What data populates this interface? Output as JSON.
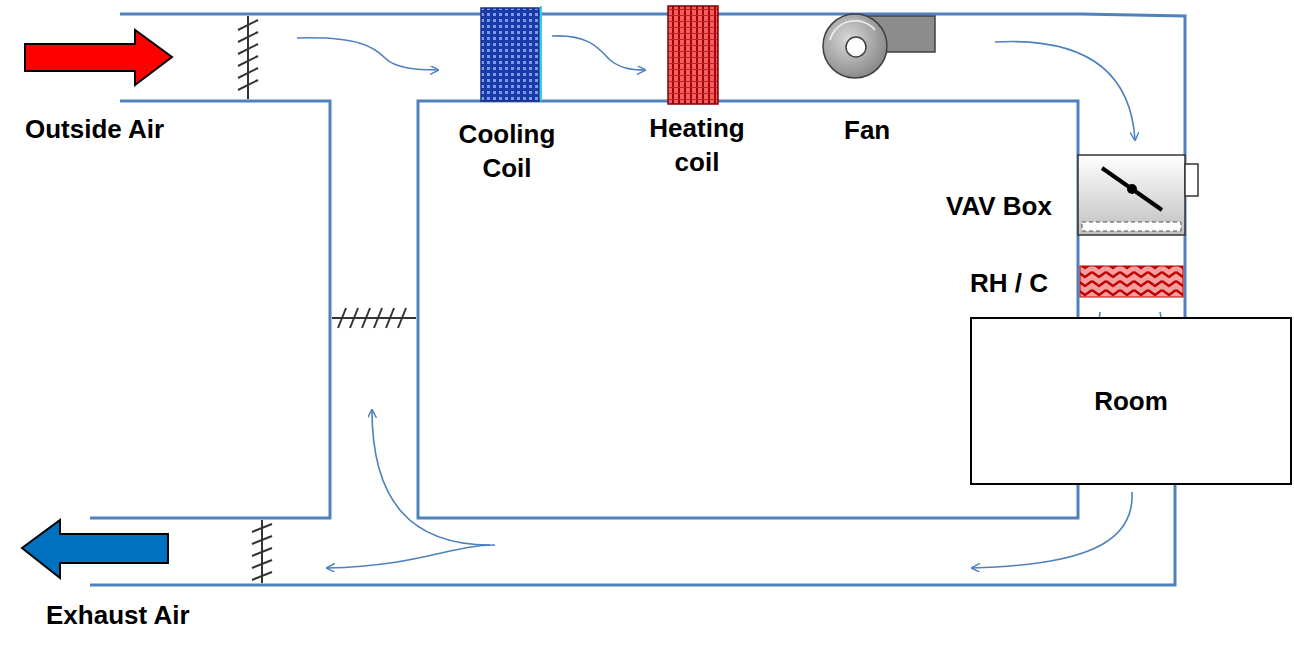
{
  "diagram": {
    "nodes": [
      {
        "text": [
          "Room"
        ]
      }
    ],
    "labels": [
      "Outside Air",
      "Cooling Coil",
      "Heating coil",
      "Fan",
      "VAV Box",
      "RH / C",
      "Exhaust Air"
    ]
  }
}
